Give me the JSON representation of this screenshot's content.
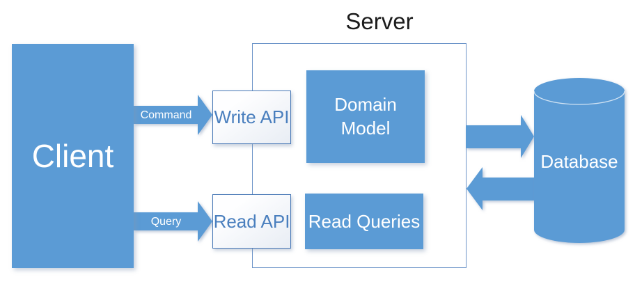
{
  "diagram_type": "architecture-diagram",
  "nodes": {
    "client": {
      "label": "Client"
    },
    "server": {
      "label": "Server"
    },
    "write_api": {
      "label": "Write API"
    },
    "read_api": {
      "label": "Read API"
    },
    "domain_model": {
      "label": "Domain Model"
    },
    "read_queries": {
      "label": "Read Queries"
    },
    "database": {
      "label": "Database"
    }
  },
  "edges": {
    "command": {
      "label": "Command",
      "from": "client",
      "to": "write_api"
    },
    "query": {
      "label": "Query",
      "from": "client",
      "to": "read_api"
    },
    "server_to_database": {
      "label": "",
      "from": "server",
      "to": "database"
    },
    "database_to_server": {
      "label": "",
      "from": "database",
      "to": "server"
    }
  },
  "colors": {
    "primary_blue": "#5B9BD5",
    "node_text": "#FFFFFF",
    "api_text": "#4A7FBE",
    "api_border": "#4576B5",
    "api_fill_start": "#FEFEFF",
    "api_fill_end": "#E8EDF4",
    "server_border": "#6B93C8",
    "title_text": "#1C1C1C"
  }
}
